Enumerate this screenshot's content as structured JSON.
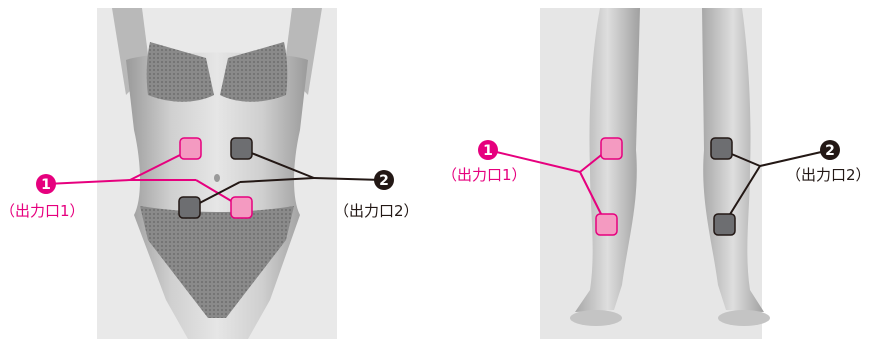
{
  "figures": [
    {
      "id": "torso",
      "outputs": [
        {
          "number": "1",
          "label": "（出力口1）",
          "color": "#e6007e"
        },
        {
          "number": "2",
          "label": "（出力口2）",
          "color": "#231815"
        }
      ]
    },
    {
      "id": "legs",
      "outputs": [
        {
          "number": "1",
          "label": "（出力口1）",
          "color": "#e6007e"
        },
        {
          "number": "2",
          "label": "（出力口2）",
          "color": "#231815"
        }
      ]
    }
  ],
  "colors": {
    "output1": "#e6007e",
    "output1_pad_fill": "#f49ac1",
    "output2": "#231815",
    "output2_pad_fill": "#6d6e71",
    "photo_background": "#e8e8e8"
  }
}
